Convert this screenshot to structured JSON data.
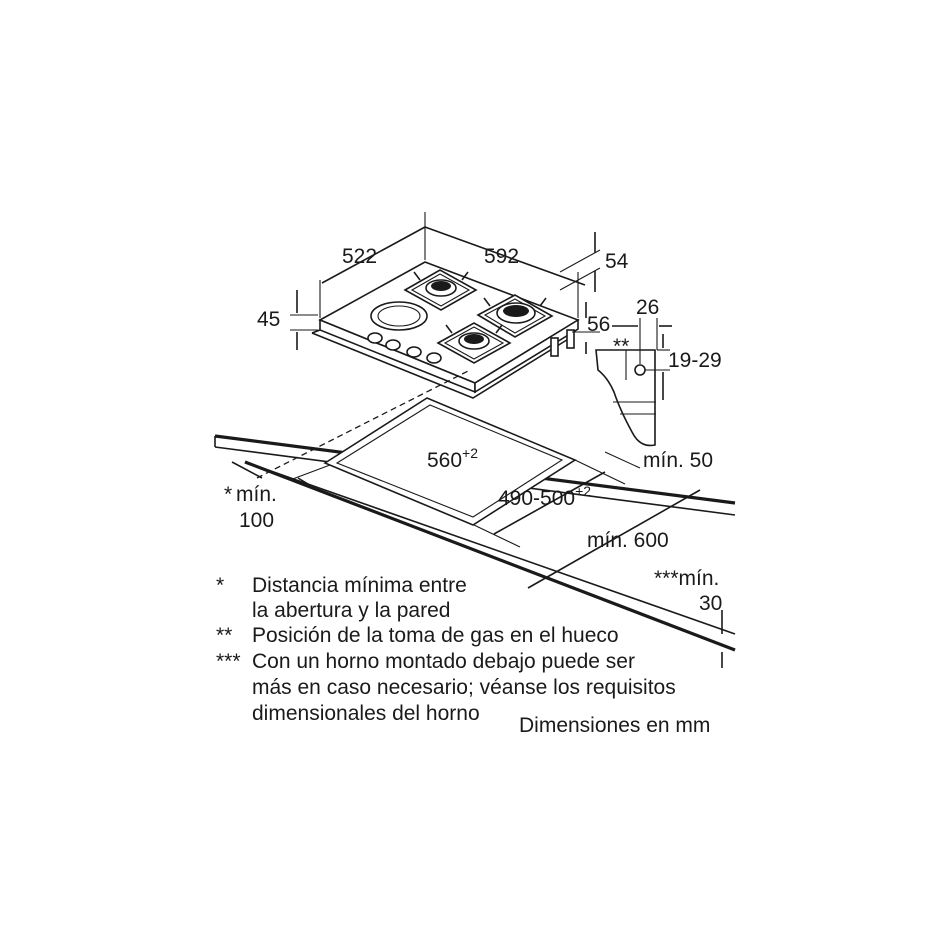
{
  "dimensions": {
    "depth": "522",
    "width": "592",
    "rear_offset": "54",
    "height": "45",
    "side_offset": "56",
    "gas_width": "26",
    "gas_height": "19-29",
    "gas_marker": "**",
    "cutout_width": "560",
    "cutout_width_tol": "+2",
    "cutout_depth": "490-500",
    "cutout_depth_tol": "+2",
    "min_front": "mín. 50",
    "min_wall_marker": "*",
    "min_wall_label": "mín.",
    "min_wall_value": "100",
    "min_worktop": "mín. 600",
    "min_thickness_label": "***mín.",
    "min_thickness_value": "30"
  },
  "notes": [
    {
      "marker": "*",
      "lines": [
        "Distancia mínima entre",
        "la abertura y la pared"
      ]
    },
    {
      "marker": "**",
      "lines": [
        "Posición de la toma de gas en el hueco"
      ]
    },
    {
      "marker": "***",
      "lines": [
        "Con un horno montado debajo puede ser",
        "más en caso necesario; véanse los requisitos",
        "dimensionales del horno"
      ]
    }
  ],
  "units_note": "Dimensiones en mm"
}
